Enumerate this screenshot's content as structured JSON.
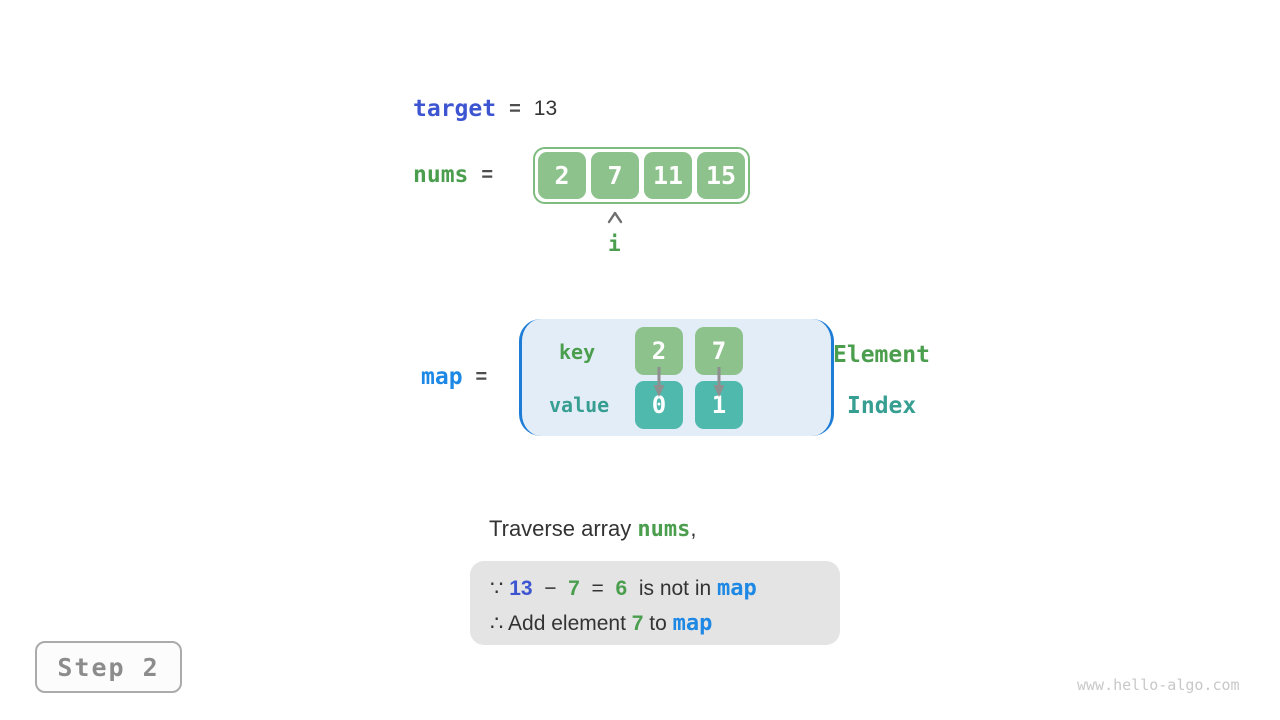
{
  "palette": {
    "dark": "#333333",
    "royal": "#3D55D1",
    "green": "#4A9E4D",
    "teal": "#379E92",
    "blue": "#1E88E5",
    "green_box": "#8DC28D",
    "teal_box": "#50B9AE",
    "bracket_blue": "#1C7CD6",
    "map_bg": "#E3EDF7",
    "note_bg": "#E4E4E4",
    "arrow_gray": "#8F8F8F"
  },
  "target_row": {
    "keyword": "target",
    "equals": "=",
    "value": "13"
  },
  "nums_row": {
    "keyword": "nums",
    "equals": "=",
    "values": [
      "2",
      "7",
      "11",
      "15"
    ],
    "pointer_label": "i",
    "pointer_index": 1
  },
  "map_row": {
    "keyword": "map",
    "equals": "=",
    "key_label": "key",
    "value_label": "value",
    "entries": [
      {
        "key": "2",
        "value": "0"
      },
      {
        "key": "7",
        "value": "1"
      }
    ],
    "right_label_top": "Element",
    "right_label_bottom": "Index"
  },
  "caption_segments": [
    {
      "t": "Traverse array ",
      "c": "dark"
    },
    {
      "t": "nums",
      "c": "green",
      "m": true
    },
    {
      "t": ",",
      "c": "dark"
    }
  ],
  "note": {
    "line1": [
      {
        "t": "∵ ",
        "c": "dark"
      },
      {
        "t": "13",
        "c": "royal",
        "b": true
      },
      {
        "t": "  −  ",
        "c": "dark"
      },
      {
        "t": "7",
        "c": "green",
        "b": true
      },
      {
        "t": "  =  ",
        "c": "dark"
      },
      {
        "t": "6",
        "c": "green",
        "b": true
      },
      {
        "t": "  is not in ",
        "c": "dark"
      },
      {
        "t": "map",
        "c": "blue",
        "m": true
      }
    ],
    "line2": [
      {
        "t": "∴ Add element ",
        "c": "dark"
      },
      {
        "t": "7",
        "c": "green",
        "b": true
      },
      {
        "t": " to ",
        "c": "dark"
      },
      {
        "t": "map",
        "c": "blue",
        "m": true
      }
    ]
  },
  "step_badge": "Step 2",
  "watermark": "www.hello-algo.com"
}
